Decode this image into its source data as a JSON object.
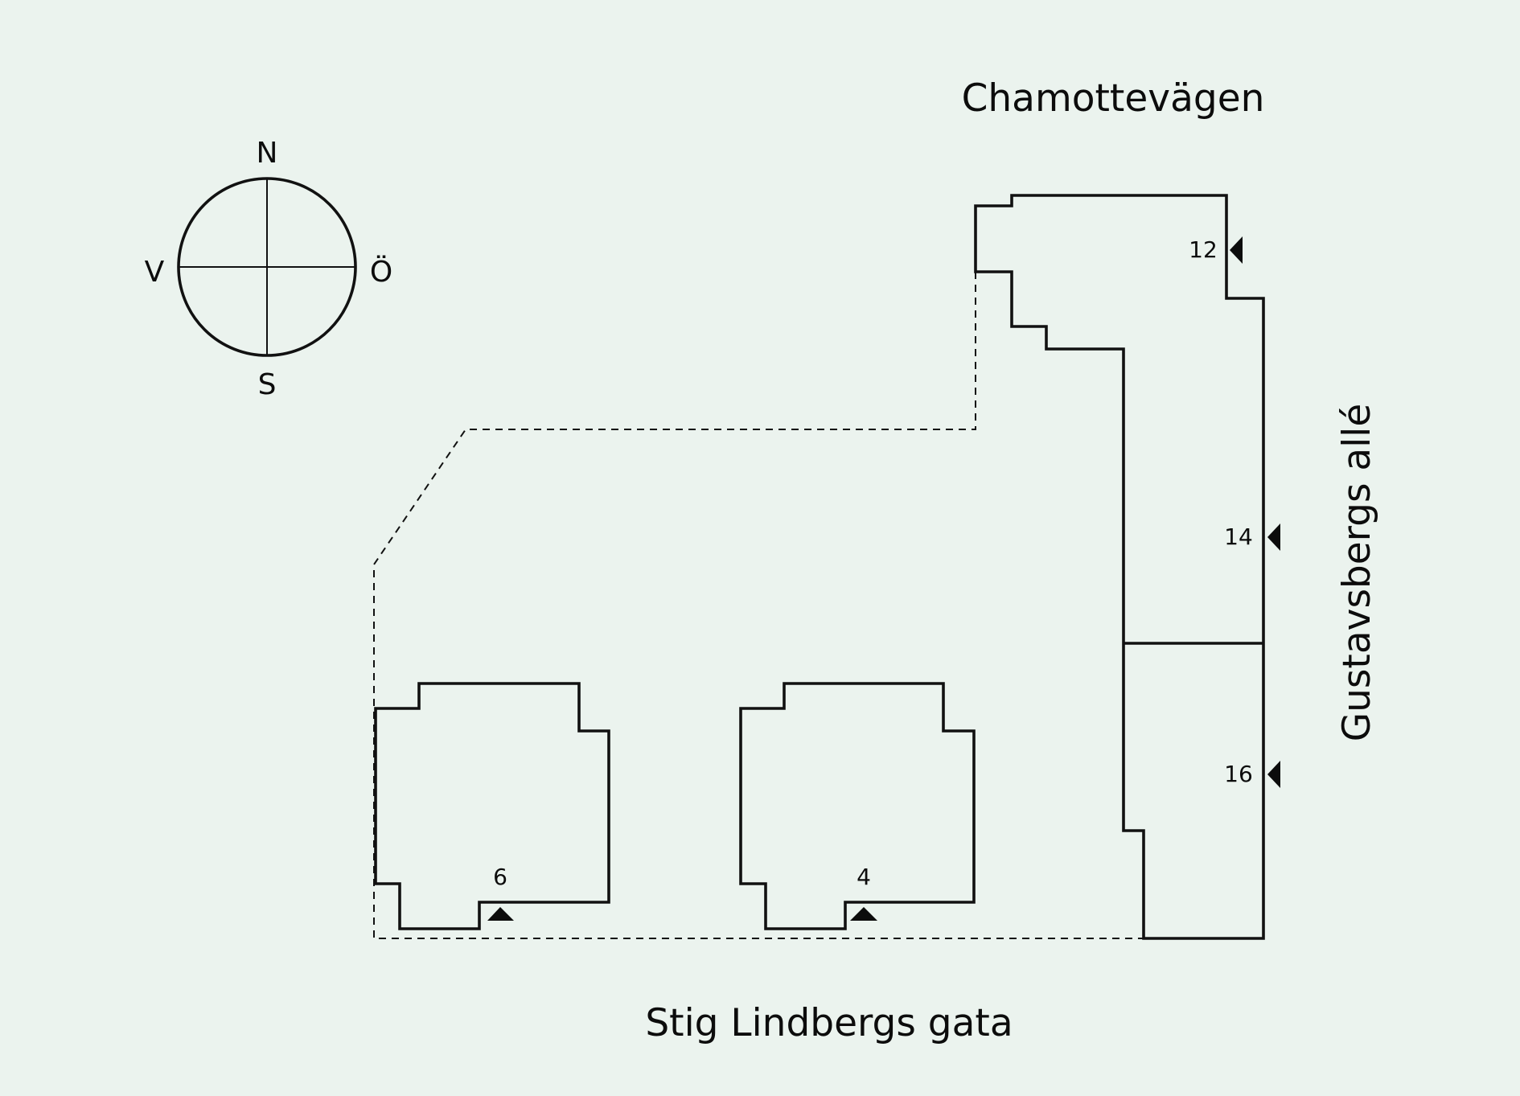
{
  "streets": {
    "north": "Chamottevägen",
    "east": "Gustavsbergs allé",
    "south": "Stig Lindbergs gata"
  },
  "compass": {
    "north": "N",
    "south": "S",
    "west": "V",
    "east": "Ö"
  },
  "entrances": {
    "e12": "12",
    "e14": "14",
    "e16": "16",
    "e6": "6",
    "e4": "4"
  },
  "colors": {
    "background": "#ebf3ee",
    "lines": "#111111"
  }
}
